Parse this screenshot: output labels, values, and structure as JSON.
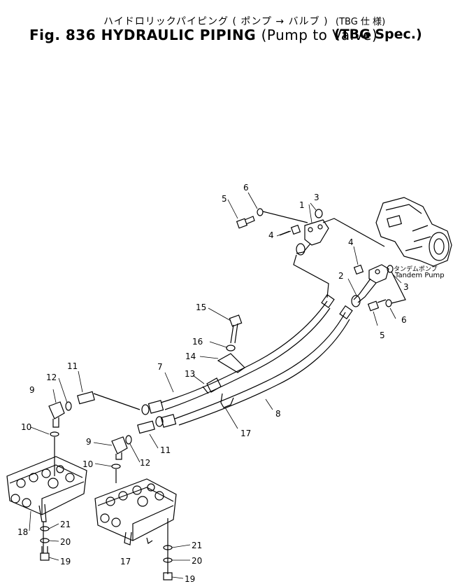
{
  "header": {
    "title_jp": "ハイドロリックパイピング",
    "subtitle_jp": "ポンプ → バルブ",
    "fig_label": "Fig. 836",
    "title_en": "HYDRAULIC PIPING",
    "subtitle_en": "Pump to Valve",
    "spec_jp": "TBG 仕 様",
    "spec_en": "TBG Spec."
  },
  "pump_label": {
    "jp": "タンデムポンプ",
    "en": "Tandem Pump"
  },
  "callouts": [
    "1",
    "2",
    "3",
    "3",
    "4",
    "4",
    "5",
    "5",
    "6",
    "6",
    "7",
    "8",
    "9",
    "9",
    "10",
    "10",
    "11",
    "11",
    "12",
    "12",
    "13",
    "14",
    "15",
    "16",
    "17",
    "17",
    "18",
    "19",
    "19",
    "20",
    "20",
    "21",
    "21"
  ]
}
